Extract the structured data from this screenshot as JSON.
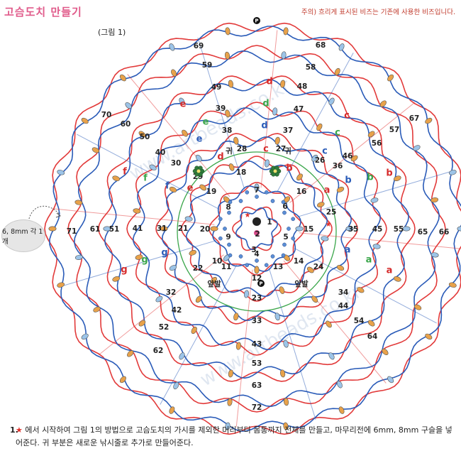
{
  "header": {
    "title": "고슴도치 만들기",
    "note": "주의) 흐리게 표시된 비즈는 기존에 사용한 비즈입니다.",
    "figure_label": "(그림 1)"
  },
  "callout": {
    "text": "6, 8mm 각 1개"
  },
  "watermark": {
    "text": "www.artbeads.co.kr"
  },
  "markers": {
    "start": "P",
    "end": "P"
  },
  "tags": {
    "ear": "귀",
    "front_foot": "앞발"
  },
  "letters": [
    {
      "t": "a",
      "color": "#d62b2b"
    },
    {
      "t": "b",
      "color": "#d62b2b"
    },
    {
      "t": "c",
      "color": "#3aa64a"
    },
    {
      "t": "d",
      "color": "#d62b2b"
    },
    {
      "t": "e",
      "color": "#d62b2b"
    },
    {
      "t": "f",
      "color": "#d62b2b"
    },
    {
      "t": "g",
      "color": "#d62b2b"
    }
  ],
  "colors": {
    "red": "#e23a3a",
    "blue": "#2a5bb8",
    "green": "#3aa64a",
    "dark": "#3a3a7a"
  },
  "footer": {
    "number": "1.",
    "star": "★",
    "text": "에서 시작하여 그림 1의 방법으로 고슴도치의 가시를 제외한 머리부터 몸통까지 전체를 만들고, 마무리전에 6mm, 8mm 구슬을 넣어준다. 귀 부분은 새로운 낚시줄로 추가로 만들어준다."
  }
}
